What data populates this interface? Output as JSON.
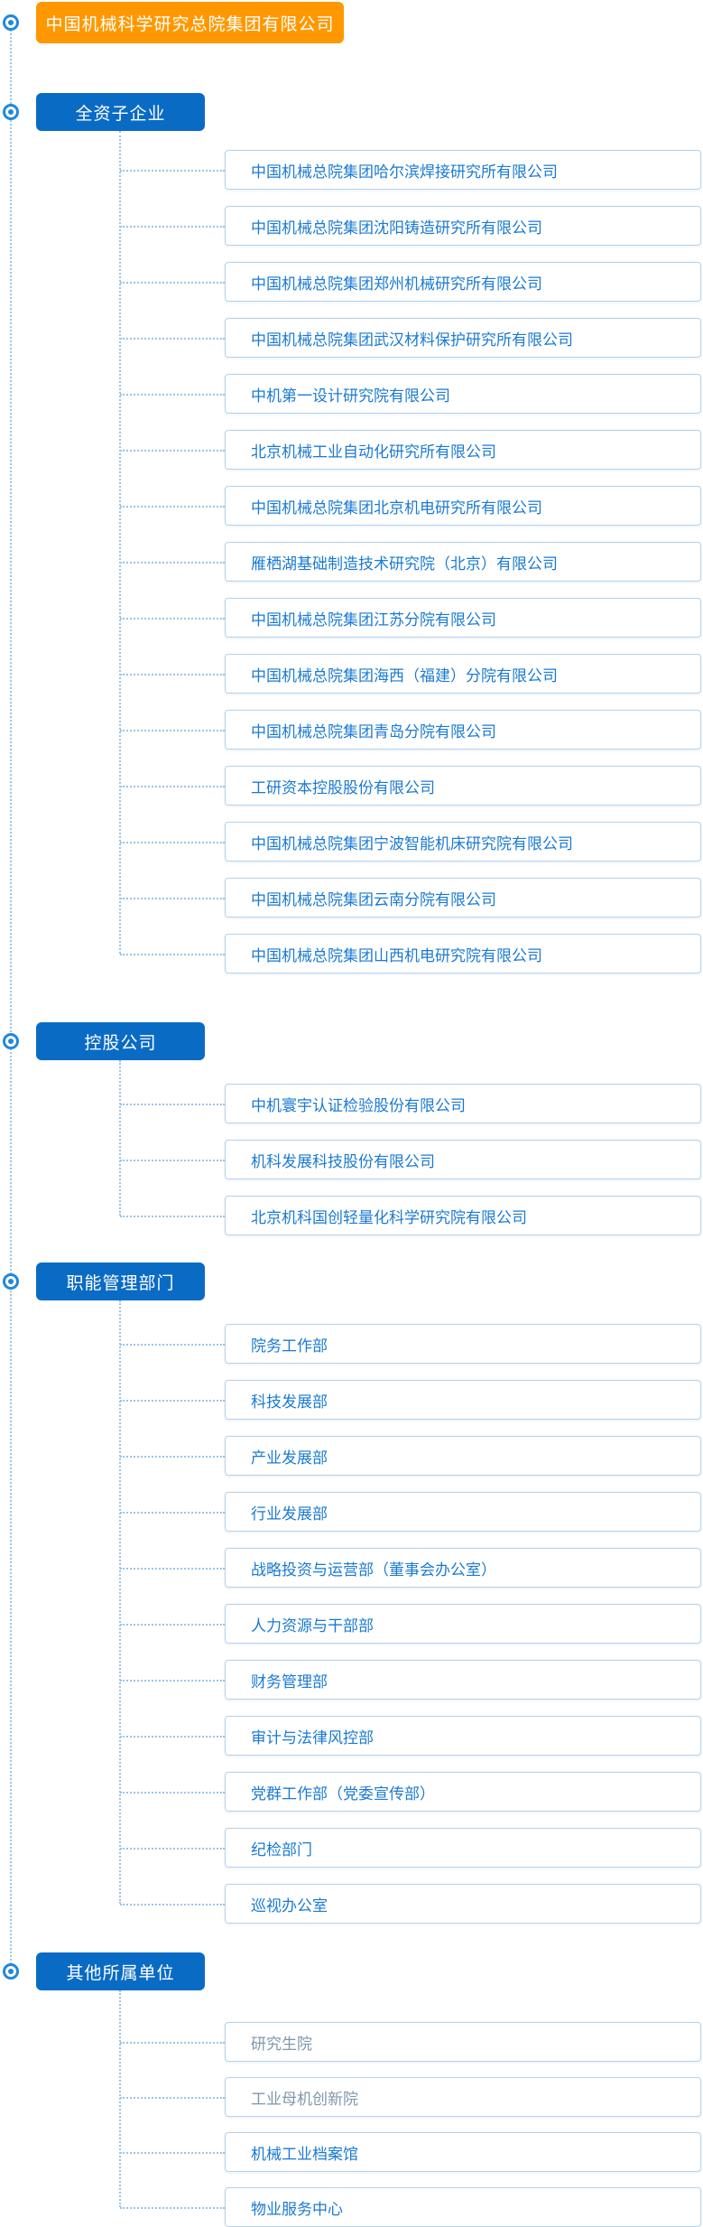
{
  "root": {
    "label": "中国机械科学研究总院集团有限公司"
  },
  "colors": {
    "accent_orange": "#ff9800",
    "accent_blue": "#0a6bc5",
    "item_text": "#1a7ad2",
    "muted_text": "#8096ab",
    "line": "#9cc4e8",
    "box_border": "#b5d2ec",
    "marker": "#1f88de"
  },
  "sections": [
    {
      "label": "全资子企业",
      "items": [
        {
          "label": "中国机械总院集团哈尔滨焊接研究所有限公司"
        },
        {
          "label": "中国机械总院集团沈阳铸造研究所有限公司"
        },
        {
          "label": "中国机械总院集团郑州机械研究所有限公司"
        },
        {
          "label": "中国机械总院集团武汉材料保护研究所有限公司"
        },
        {
          "label": "中机第一设计研究院有限公司"
        },
        {
          "label": "北京机械工业自动化研究所有限公司"
        },
        {
          "label": "中国机械总院集团北京机电研究所有限公司"
        },
        {
          "label": "雁栖湖基础制造技术研究院（北京）有限公司"
        },
        {
          "label": "中国机械总院集团江苏分院有限公司"
        },
        {
          "label": "中国机械总院集团海西（福建）分院有限公司"
        },
        {
          "label": "中国机械总院集团青岛分院有限公司"
        },
        {
          "label": "工研资本控股股份有限公司"
        },
        {
          "label": "中国机械总院集团宁波智能机床研究院有限公司"
        },
        {
          "label": "中国机械总院集团云南分院有限公司"
        },
        {
          "label": "中国机械总院集团山西机电研究院有限公司"
        }
      ]
    },
    {
      "label": "控股公司",
      "items": [
        {
          "label": "中机寰宇认证检验股份有限公司"
        },
        {
          "label": "机科发展科技股份有限公司"
        },
        {
          "label": "北京机科国创轻量化科学研究院有限公司"
        }
      ]
    },
    {
      "label": "职能管理部门",
      "items": [
        {
          "label": "院务工作部"
        },
        {
          "label": "科技发展部"
        },
        {
          "label": "产业发展部"
        },
        {
          "label": "行业发展部"
        },
        {
          "label": "战略投资与运营部（董事会办公室）"
        },
        {
          "label": "人力资源与干部部"
        },
        {
          "label": "财务管理部"
        },
        {
          "label": "审计与法律风控部"
        },
        {
          "label": "党群工作部（党委宣传部）"
        },
        {
          "label": "纪检部门"
        },
        {
          "label": "巡视办公室"
        }
      ]
    },
    {
      "label": "其他所属单位",
      "items": [
        {
          "label": "研究生院",
          "muted": true
        },
        {
          "label": "工业母机创新院",
          "muted": true
        },
        {
          "label": "机械工业档案馆"
        },
        {
          "label": "物业服务中心"
        }
      ]
    }
  ]
}
